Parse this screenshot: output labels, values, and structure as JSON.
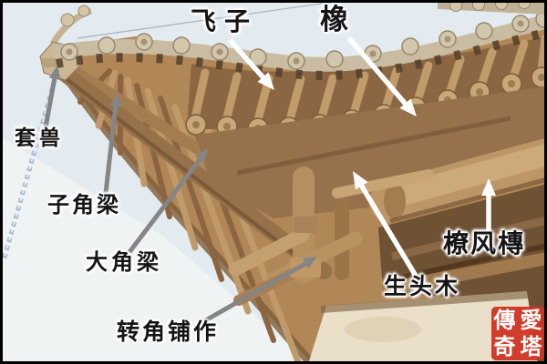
{
  "annotations": {
    "items": [
      {
        "id": "feizi",
        "text": "飞子",
        "arrow": "white"
      },
      {
        "id": "xiang",
        "text": "橡",
        "arrow": "white"
      },
      {
        "id": "taoshou",
        "text": "套兽",
        "arrow": "gray"
      },
      {
        "id": "zijiaoliang",
        "text": "子角梁",
        "arrow": "gray"
      },
      {
        "id": "dajiaoliang",
        "text": "大角梁",
        "arrow": "gray"
      },
      {
        "id": "zhuanjiaopuzuo",
        "text": "转角铺作",
        "arrow": "gray"
      },
      {
        "id": "shengtoumu",
        "text": "生头木",
        "arrow": "white"
      },
      {
        "id": "liaofengtuan",
        "text": "橑风槫",
        "arrow": "white"
      }
    ]
  },
  "watermark": {
    "characters": [
      "傳",
      "愛",
      "奇",
      "塔"
    ],
    "color": "#d13425"
  },
  "colors": {
    "sky": "#e3ebf1",
    "wood": "#b28757",
    "arrow_white": "#ffffff",
    "arrow_gray": "#858585",
    "label_text": "#151515",
    "frame": "#000000"
  }
}
